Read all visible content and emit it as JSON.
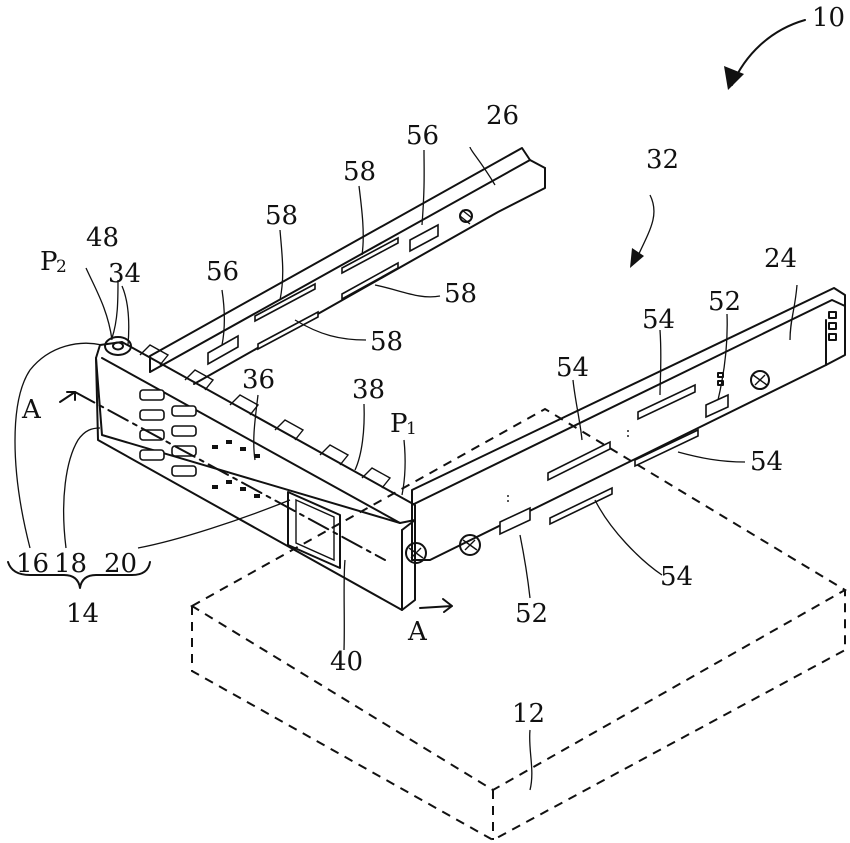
{
  "figure": {
    "labels": {
      "l10": "10",
      "l12": "12",
      "l14": "14",
      "l16": "16",
      "l18": "18",
      "l20": "20",
      "l24": "24",
      "l26": "26",
      "l32": "32",
      "l34": "34",
      "l36": "36",
      "l38": "38",
      "l40": "40",
      "l48": "48",
      "l52a": "52",
      "l52b": "52",
      "l54a": "54",
      "l54b": "54",
      "l54c": "54",
      "l54d": "54",
      "l56a": "56",
      "l56b": "56",
      "l58a": "58",
      "l58b": "58",
      "l58c": "58",
      "l58d": "58",
      "p1": "P",
      "p1_sub": "1",
      "p2": "P",
      "p2_sub": "2",
      "a1": "A",
      "a2": "A"
    }
  }
}
